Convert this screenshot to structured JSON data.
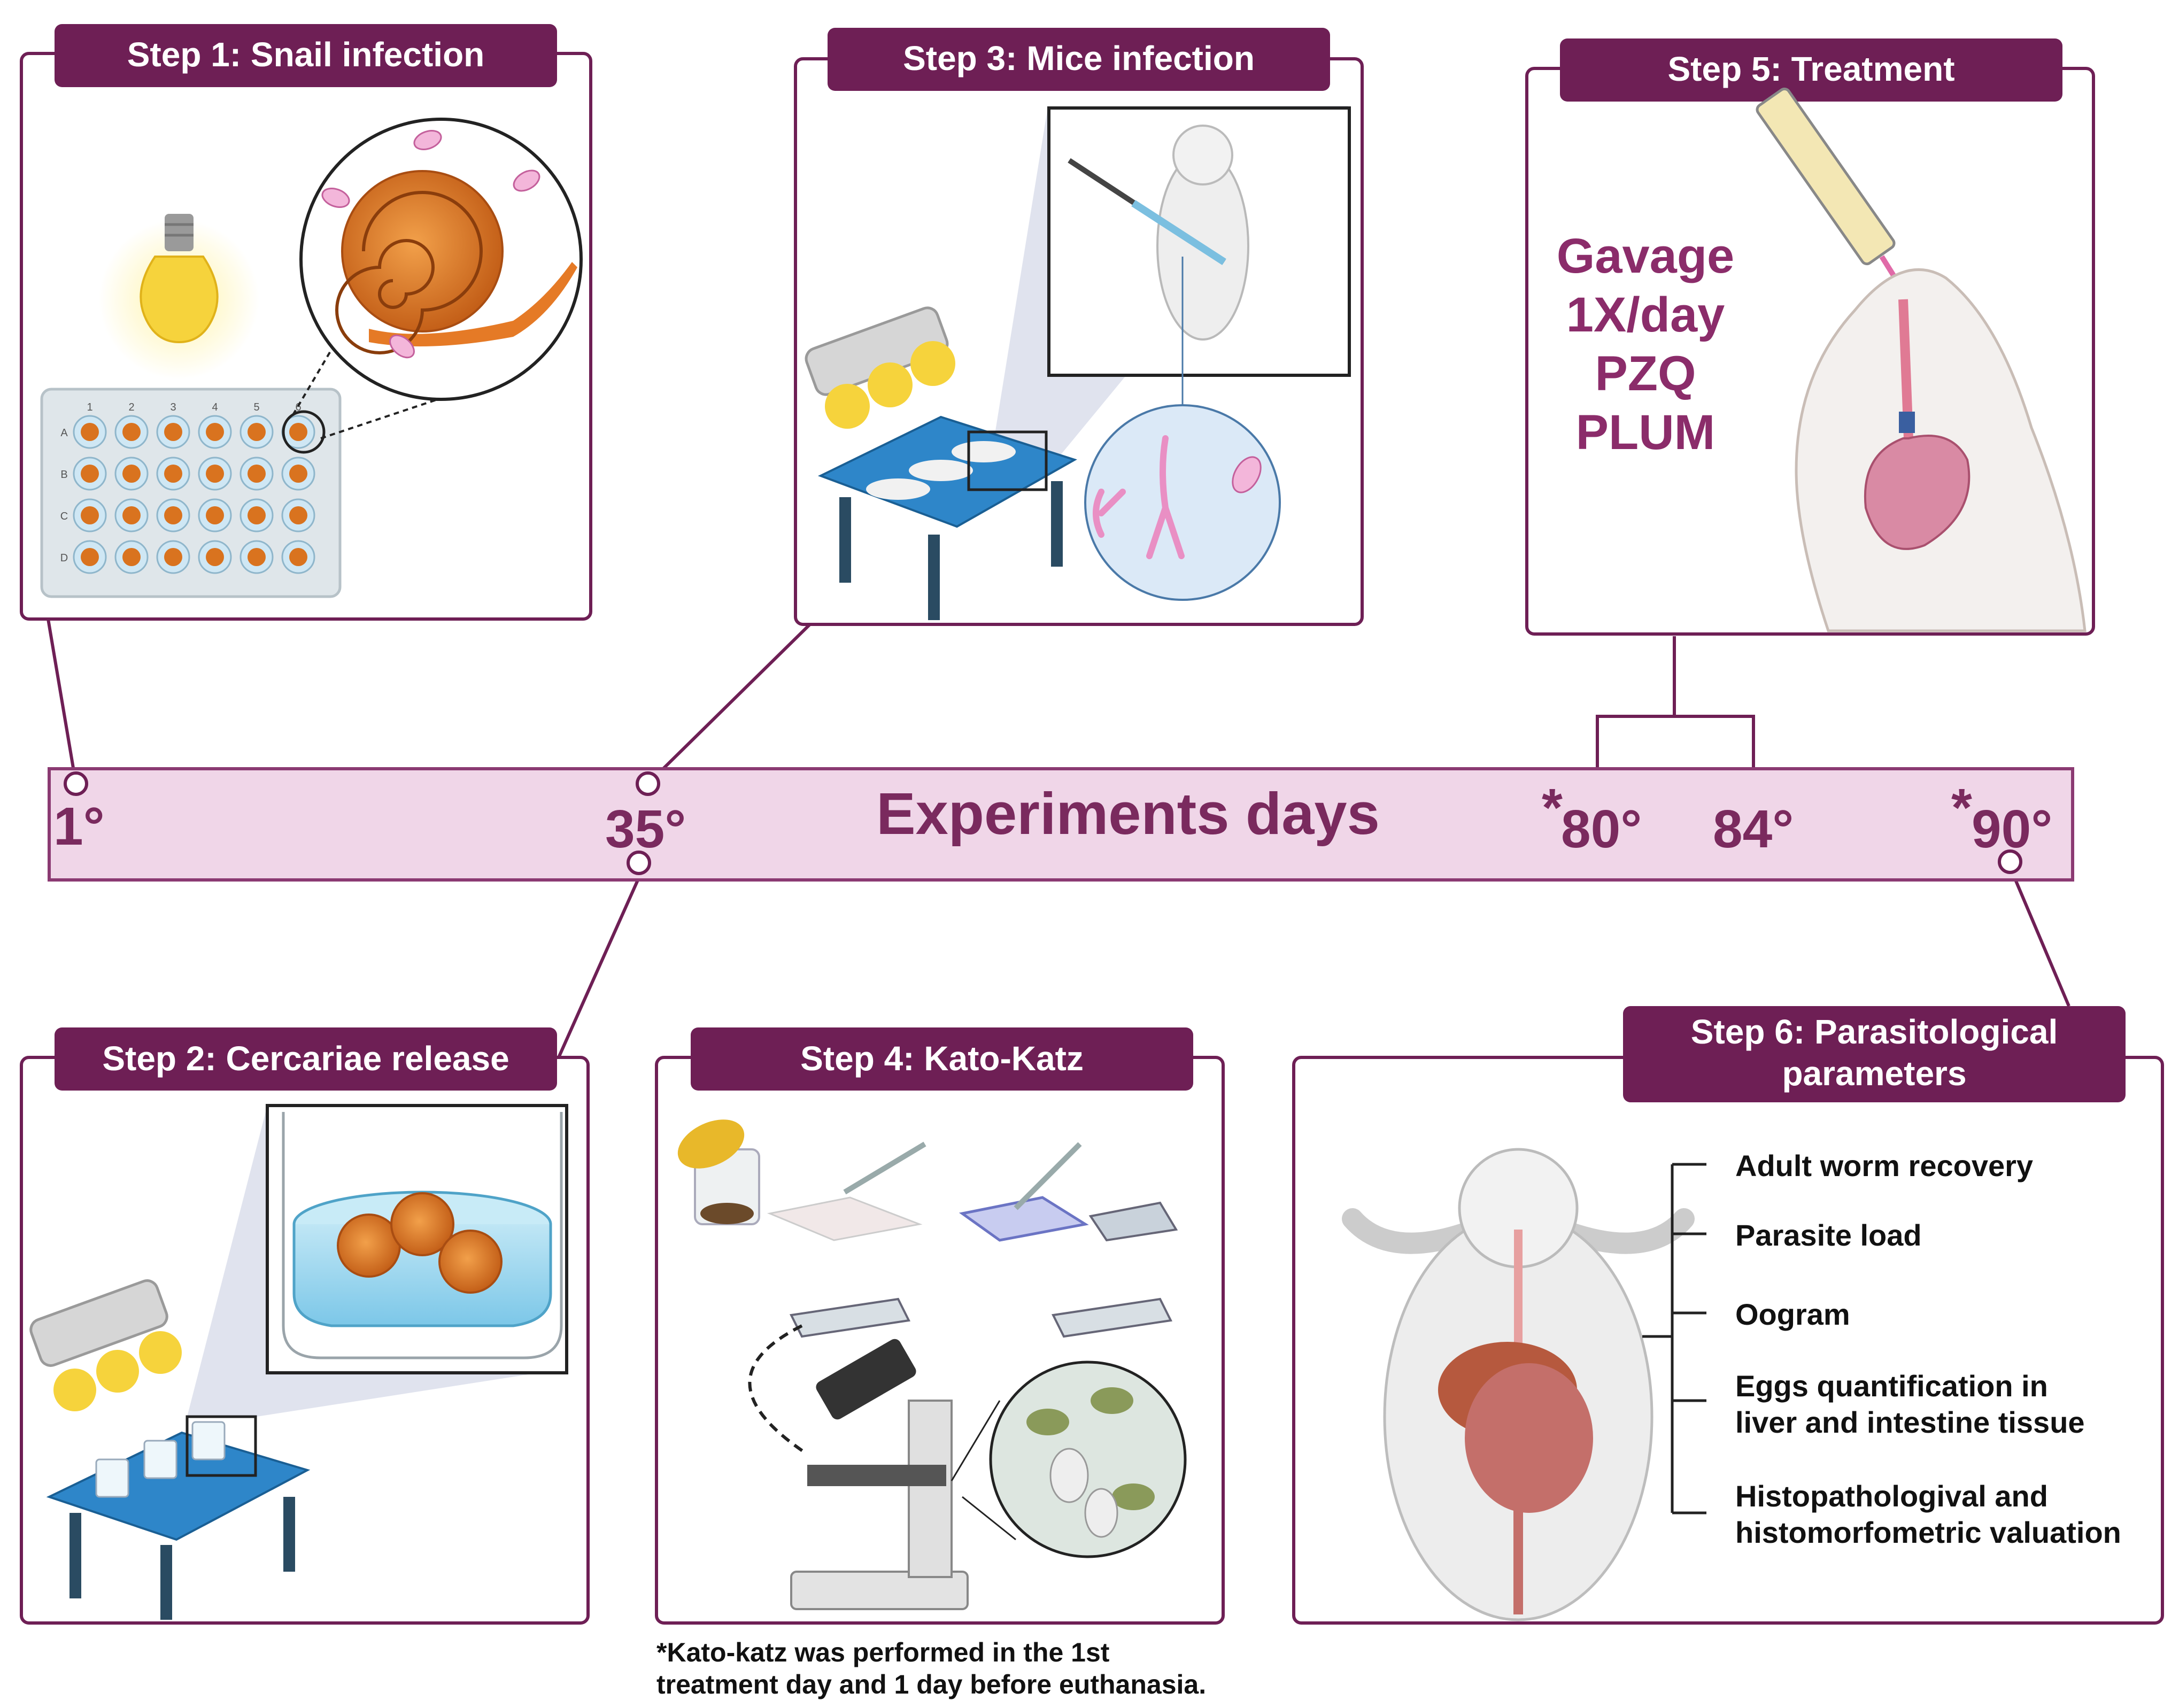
{
  "steps": {
    "step1": "Step 1: Snail infection",
    "step2": "Step 2: Cercariae release",
    "step3": "Step 3: Mice infection",
    "step4": "Step 4: Kato-Katz",
    "step5": "Step 5: Treatment",
    "step6_line1": "Step 6: Parasitological",
    "step6_line2": "parameters"
  },
  "timeline": {
    "title": "Experiments days",
    "days": [
      "1°",
      "35°",
      "80°",
      "84°",
      "90°"
    ],
    "asterisk": "*"
  },
  "treatment": {
    "lines": [
      "Gavage",
      "1X/day",
      "PZQ",
      "PLUM"
    ]
  },
  "parameters": {
    "items": [
      "Adult worm recovery",
      "Parasite load",
      "Oogram",
      "Eggs quantification in",
      "liver and intestine tissue",
      "Histopathologival and",
      "histomorfometric valuation"
    ]
  },
  "plate": {
    "columns": [
      "1",
      "2",
      "3",
      "4",
      "5",
      "6"
    ],
    "rows": [
      "A",
      "B",
      "C",
      "D"
    ]
  },
  "footnote": {
    "line1": "*Kato-katz was performed in the 1st",
    "line2": "treatment day and 1 day before euthanasia."
  },
  "colors": {
    "accent": "#6e1f55",
    "timeline_fill": "#f0d6e8",
    "timeline_stroke": "#8b3a72",
    "table_blue": "#2e86c9",
    "snail_orange": "#d9731f"
  }
}
